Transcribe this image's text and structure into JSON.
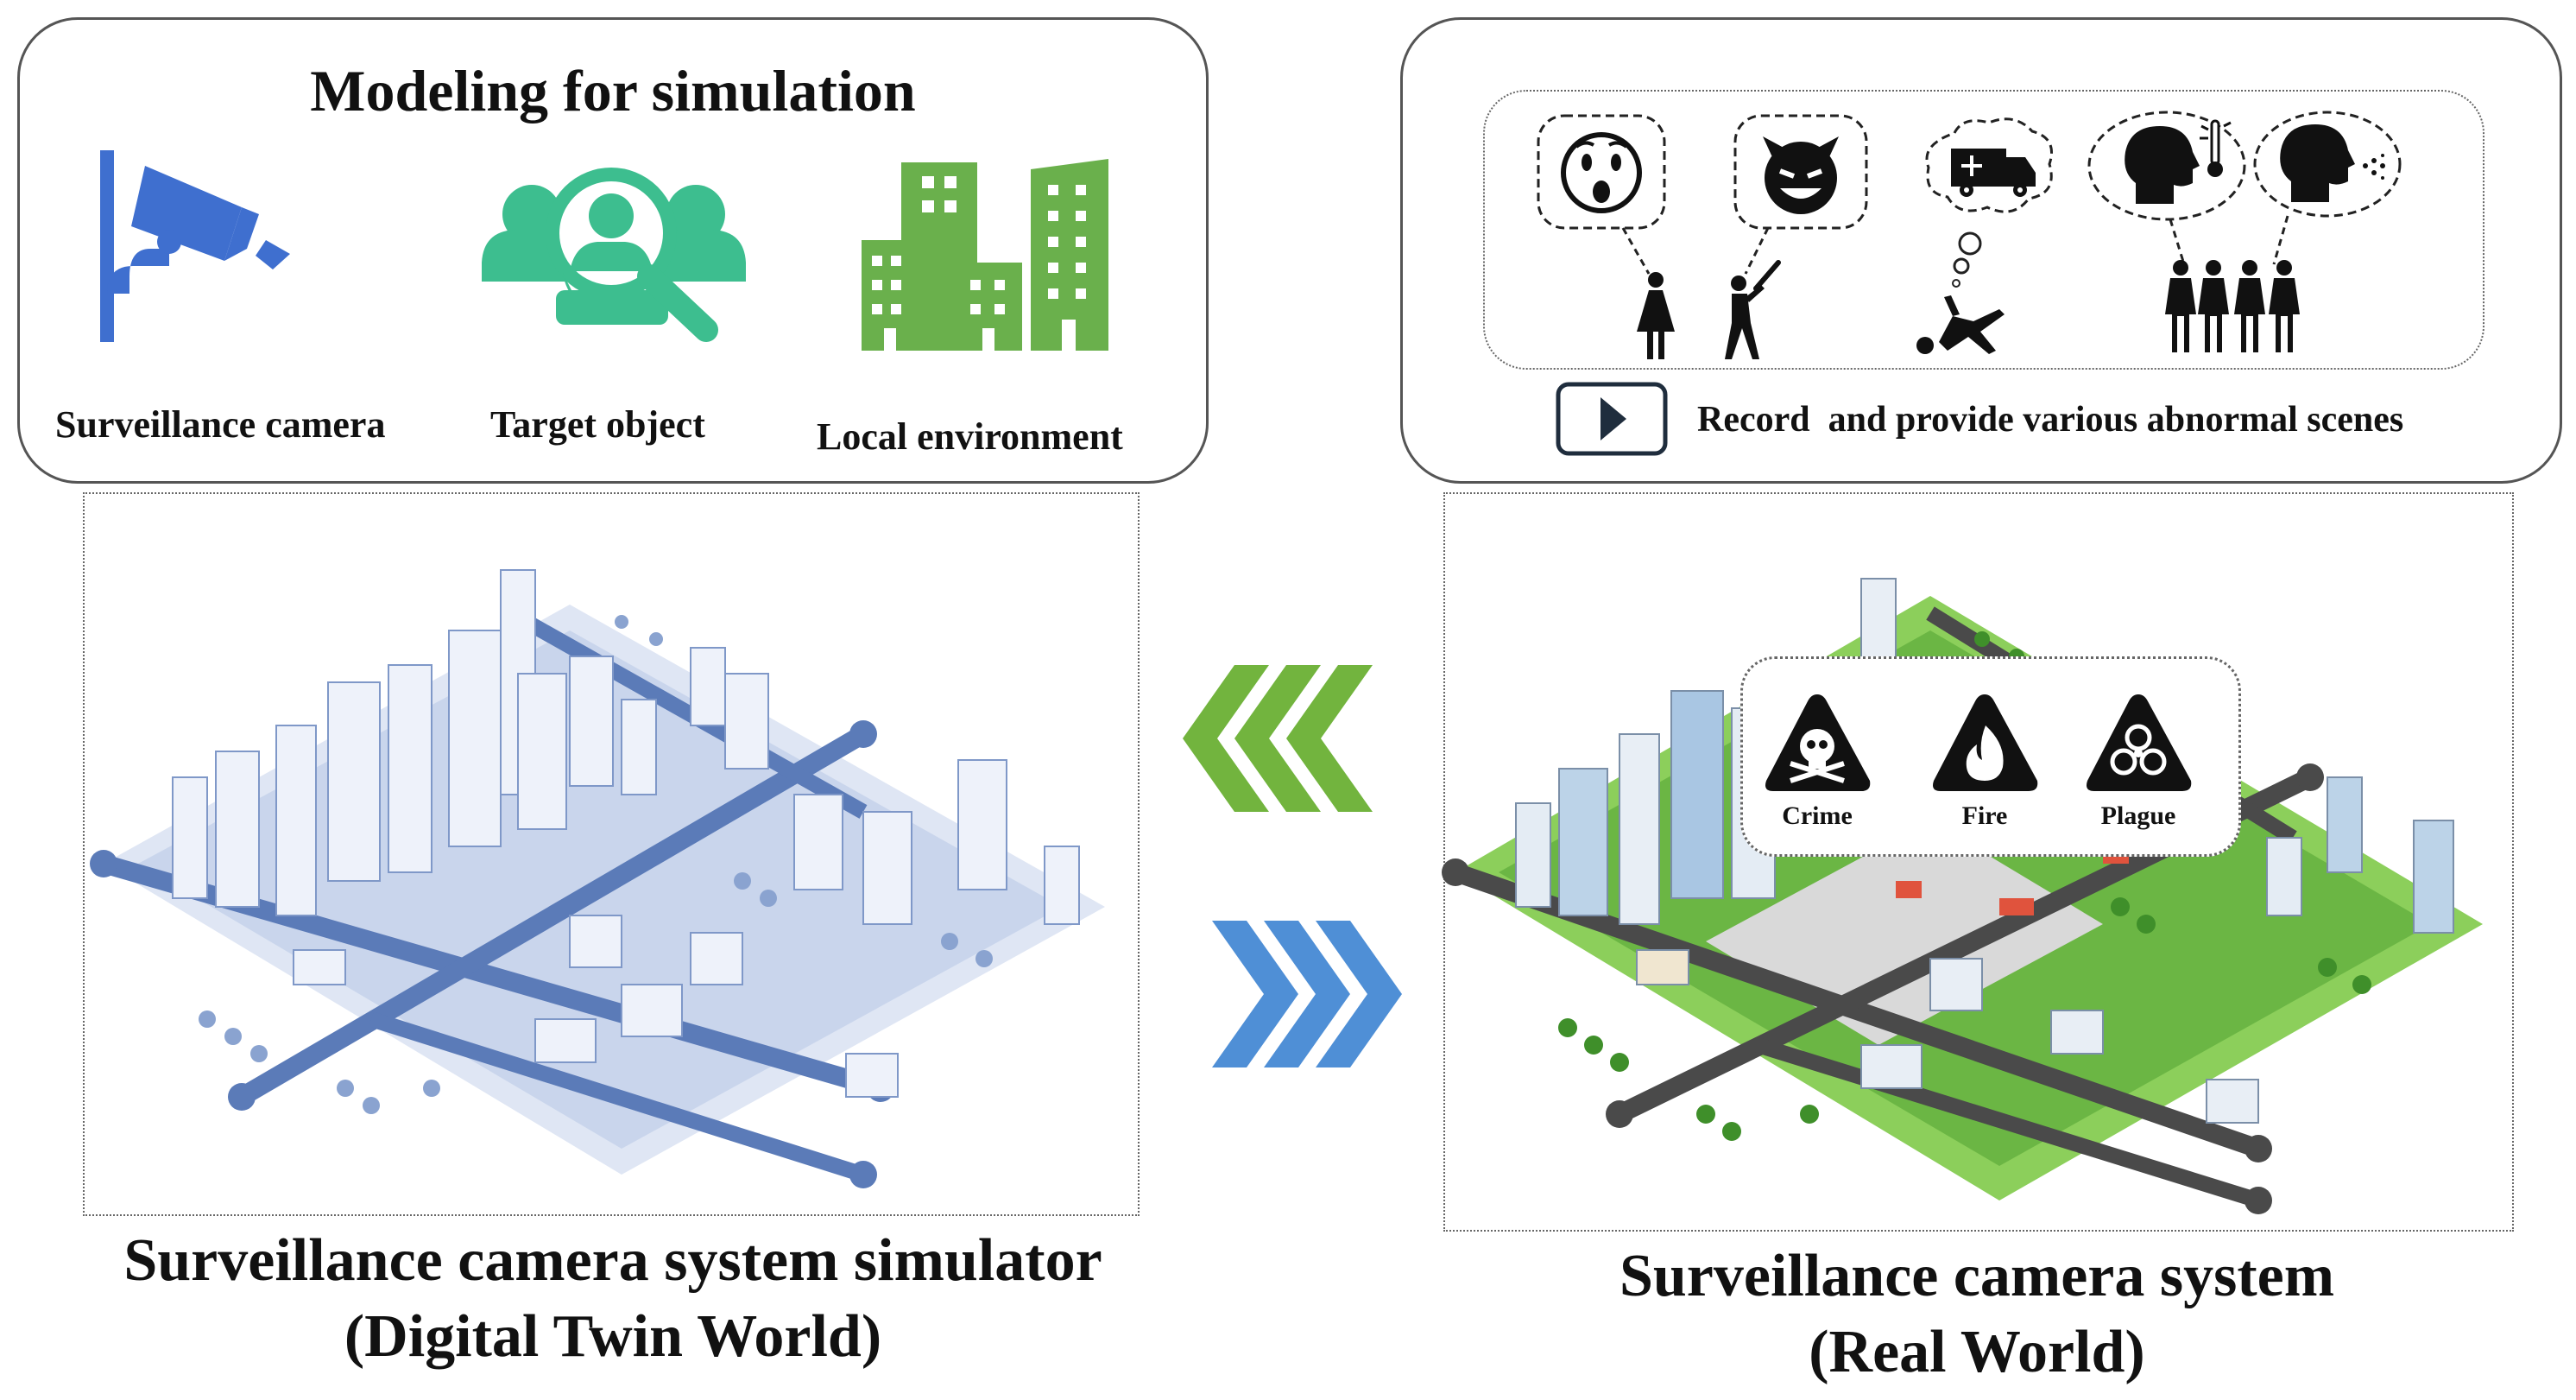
{
  "modeling": {
    "title": "Modeling for simulation",
    "items": [
      {
        "label": "Surveillance camera",
        "color": "#3f6fcf"
      },
      {
        "label": "Target object",
        "color": "#3dbe8f"
      },
      {
        "label": "Local environment",
        "color": "#6ab04c"
      }
    ]
  },
  "scenes": {
    "caption": "Record  and provide various abnormal scenes",
    "icons": [
      "surprised-face-icon",
      "devil-face-icon",
      "ambulance-icon",
      "fever-head-icon",
      "cough-head-icon",
      "woman-icon",
      "attacker-icon",
      "fallen-person-icon",
      "crowd-icon",
      "play-icon"
    ]
  },
  "hazards": [
    {
      "label": "Crime",
      "icon": "skull-crossbones-icon"
    },
    {
      "label": "Fire",
      "icon": "fire-icon"
    },
    {
      "label": "Plague",
      "icon": "biohazard-icon"
    }
  ],
  "left_caption": {
    "line1": "Surveillance camera system simulator",
    "line2": "(Digital Twin World)"
  },
  "right_caption": {
    "line1": "Surveillance camera system",
    "line2": "(Real World)"
  },
  "colors": {
    "twin_blue": "#5b7bb8",
    "real_green": "#6bb644",
    "arrow_green": "#72b43e",
    "arrow_blue": "#4f8fd6"
  }
}
